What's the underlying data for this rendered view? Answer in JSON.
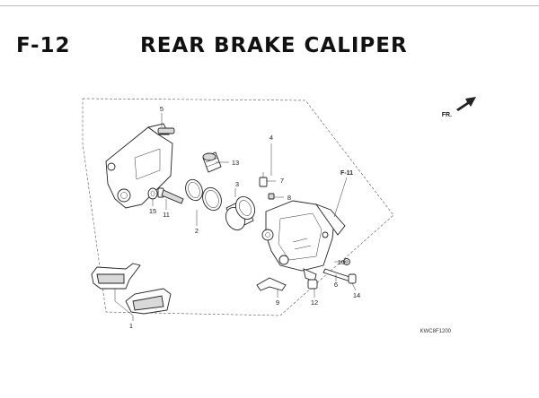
{
  "header": {
    "code": "F-12",
    "title": "REAR BRAKE CALIPER"
  },
  "direction": {
    "label": "FR."
  },
  "cross_ref": {
    "label": "F-11"
  },
  "drawing_code": "KWC8F1200",
  "callouts": [
    "1",
    "2",
    "3",
    "4",
    "5",
    "6",
    "7",
    "8",
    "9",
    "10",
    "11",
    "12",
    "13",
    "14",
    "15"
  ]
}
